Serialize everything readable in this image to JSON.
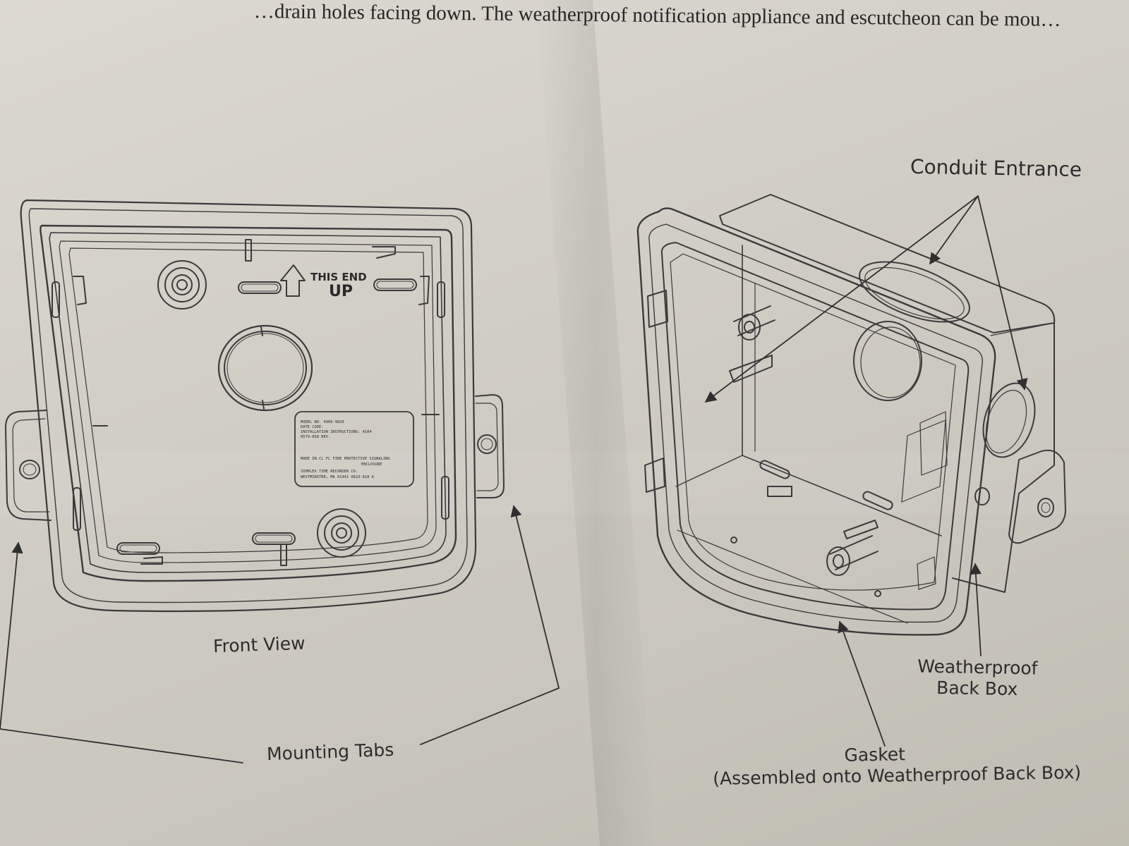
{
  "header_text": "…drain holes facing down. The weatherproof notification appliance and escutcheon can be mou…",
  "front_view": {
    "orientation_label_line1": "THIS  END",
    "orientation_label_line2": "UP",
    "nameplate": {
      "line1": "MODEL NO.  4906-9820",
      "line2": "DATE CODE:",
      "line3": "INSTALLATION INSTRUCTIONS:    4104",
      "line4": "0579-858 REV.",
      "line5": "MADE IN  CL  FL      FIRE PROTECTIVE SIGNALING",
      "line6": "ENCLOSURE",
      "line7": "SIMPLEX TIME RECORDER CO.",
      "line8": "WESTMINSTER, MA 01441          0623-818 A"
    }
  },
  "labels": {
    "conduit_entrance": "Conduit Entrance",
    "front_view": "Front View",
    "mounting_tabs": "Mounting Tabs",
    "weatherproof_line1": "Weatherproof",
    "weatherproof_line2": "Back Box",
    "gasket_line1": "Gasket",
    "gasket_line2": "(Assembled onto Weatherproof Back Box)"
  },
  "colors": {
    "paper": "#d3d0c7",
    "ink": "#2c2c2c",
    "line": "#3a3a3a"
  }
}
